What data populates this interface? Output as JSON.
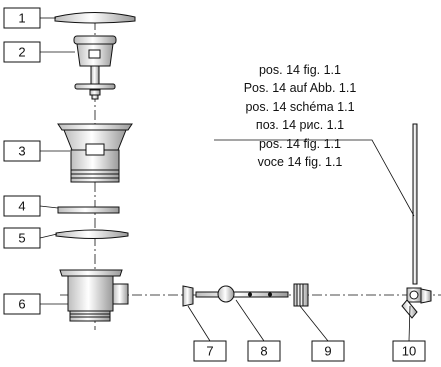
{
  "callouts": [
    "1",
    "2",
    "3",
    "4",
    "5",
    "6",
    "7",
    "8",
    "9",
    "10"
  ],
  "note_lines": [
    "pos. 14 fig. 1.1",
    "Pos. 14 auf Abb. 1.1",
    "pos. 14 schéma 1.1",
    "поз. 14 рис. 1.1",
    "pos. 14 fig. 1.1",
    "voce 14 fig. 1.1"
  ],
  "colors": {
    "line": "#111111",
    "fill": "#ffffff",
    "shade": "#cfcfcf"
  }
}
